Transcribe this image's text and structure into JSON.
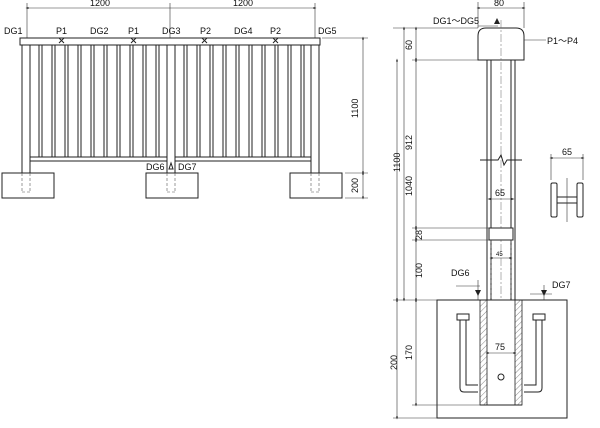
{
  "front_view": {
    "dim_left_span": "1200",
    "dim_right_span": "1200",
    "dim_height": "1100",
    "dim_footing": "200",
    "labels": {
      "dg1": "DG1",
      "dg2": "DG2",
      "dg3": "DG3",
      "dg4": "DG4",
      "dg5": "DG5",
      "dg6": "DG6",
      "dg7": "DG7",
      "p1_left": "P1",
      "p1_right": "P1",
      "p2_left": "P2",
      "p2_right": "P2"
    }
  },
  "side_view": {
    "dim_top_width": "80",
    "label_dg_range": "DG1～DG5",
    "label_p_range": "P1～P4",
    "dim_60": "60",
    "dim_912": "912",
    "dim_1100": "1100",
    "dim_1040": "1040",
    "dim_28": "28",
    "dim_100": "100",
    "dim_170": "170",
    "dim_200": "200",
    "dim_65_inner": "65",
    "dim_45": "45",
    "dim_75": "75",
    "label_dg6": "DG6",
    "label_dg7": "DG7"
  },
  "section_view": {
    "dim_65": "65"
  }
}
